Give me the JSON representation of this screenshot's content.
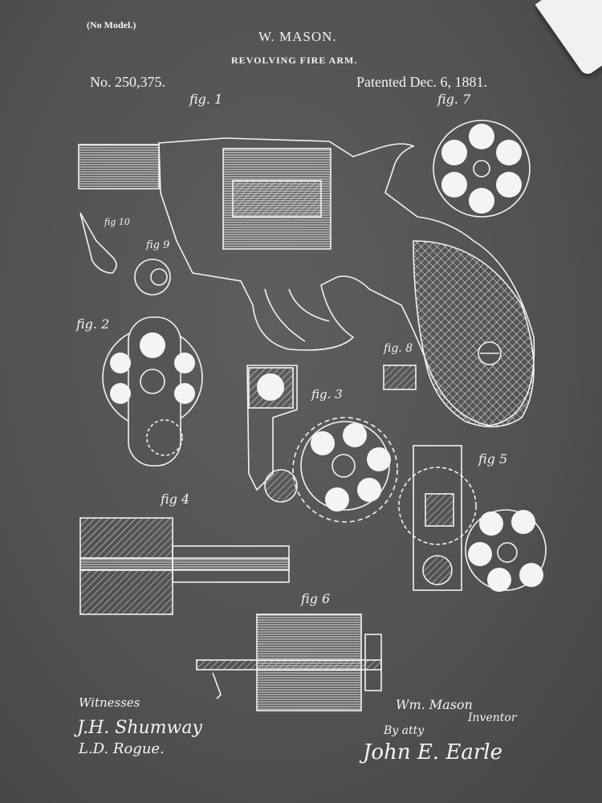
{
  "header": {
    "no_model": "(No Model.)",
    "inventor": "W. MASON.",
    "title": "REVOLVING FIRE ARM.",
    "patent_number": "No. 250,375.",
    "patent_date": "Patented Dec. 6, 1881."
  },
  "figures": {
    "fig1": "fig. 1",
    "fig2": "fig. 2",
    "fig3": "fig. 3",
    "fig4": "fig 4",
    "fig5": "fig 5",
    "fig6": "fig 6",
    "fig7": "fig. 7",
    "fig8": "fig. 8",
    "fig9": "fig 9",
    "fig10": "fig 10"
  },
  "footer": {
    "witnesses_label": "Witnesses",
    "inventor_name": "Wm. Mason",
    "inventor_label": "Inventor",
    "by_atty": "By atty",
    "witness_signatures": [
      "J.H. Shumway",
      "L.D. Rogue."
    ],
    "attorney_signature": "John E. Earle"
  },
  "colors": {
    "background": "#525252",
    "ink": "#f2f2f2"
  }
}
